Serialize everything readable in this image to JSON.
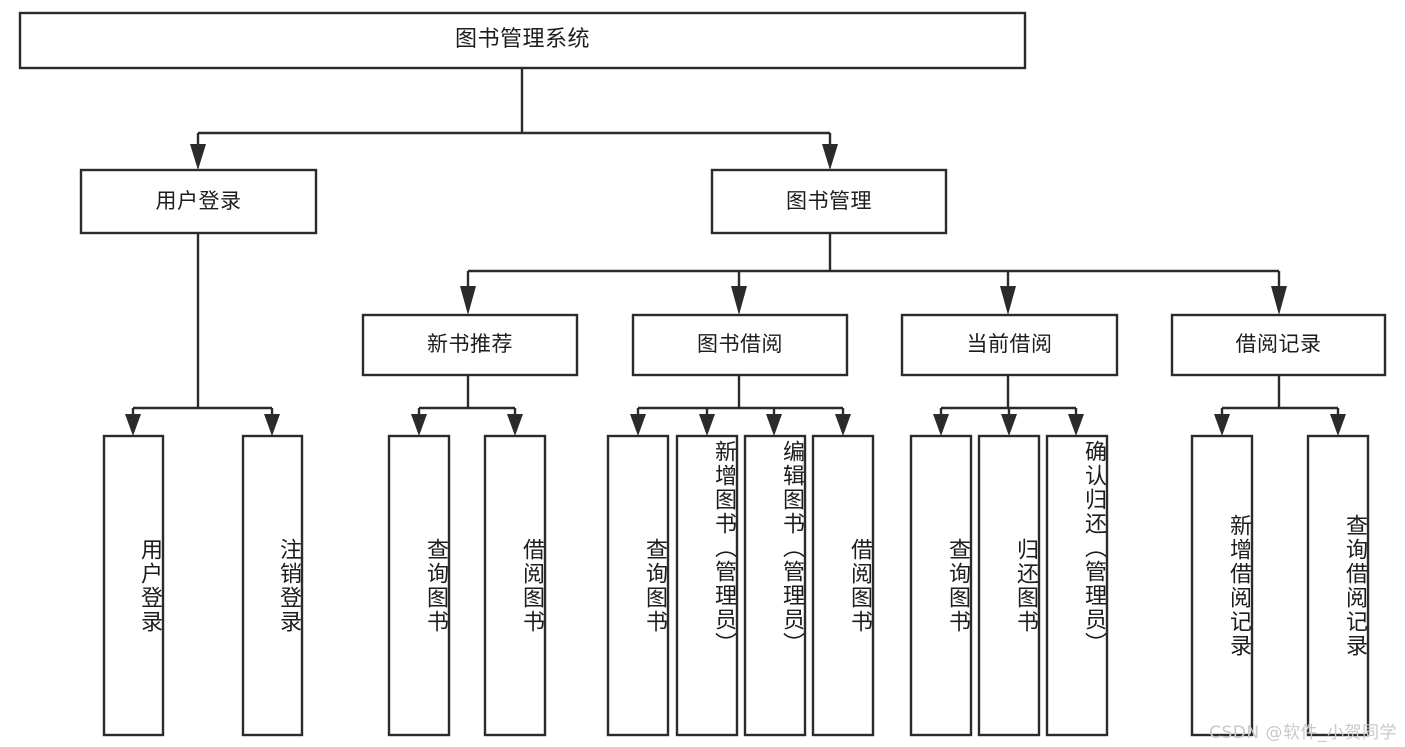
{
  "diagram": {
    "title": "图书管理系统",
    "type": "tree-hierarchy-diagram",
    "colors": {
      "box_fill": "#ffffff",
      "box_stroke": "#2b2b2b",
      "text": "#1d1d1d",
      "background": "#ffffff",
      "watermark": "#c9c9c9"
    },
    "root": {
      "label": "图书管理系统"
    },
    "level1": [
      {
        "label": "用户登录"
      },
      {
        "label": "图书管理"
      }
    ],
    "level2": [
      {
        "label": "新书推荐"
      },
      {
        "label": "图书借阅"
      },
      {
        "label": "当前借阅"
      },
      {
        "label": "借阅记录"
      }
    ],
    "leaves": [
      {
        "label": "用户登录",
        "parent": "用户登录"
      },
      {
        "label": "注销登录",
        "parent": "用户登录"
      },
      {
        "label": "查询图书",
        "parent": "新书推荐"
      },
      {
        "label": "借阅图书",
        "parent": "新书推荐"
      },
      {
        "label": "查询图书",
        "parent": "图书借阅"
      },
      {
        "label": "新增图书（管理员）",
        "parent": "图书借阅"
      },
      {
        "label": "编辑图书（管理员）",
        "parent": "图书借阅"
      },
      {
        "label": "借阅图书",
        "parent": "图书借阅"
      },
      {
        "label": "查询图书",
        "parent": "当前借阅"
      },
      {
        "label": "归还图书",
        "parent": "当前借阅"
      },
      {
        "label": "确认归还（管理员）",
        "parent": "当前借阅"
      },
      {
        "label": "新增借阅记录",
        "parent": "借阅记录"
      },
      {
        "label": "查询借阅记录",
        "parent": "借阅记录"
      }
    ]
  },
  "watermark": {
    "text": "CSDN @软件_小贺同学"
  }
}
